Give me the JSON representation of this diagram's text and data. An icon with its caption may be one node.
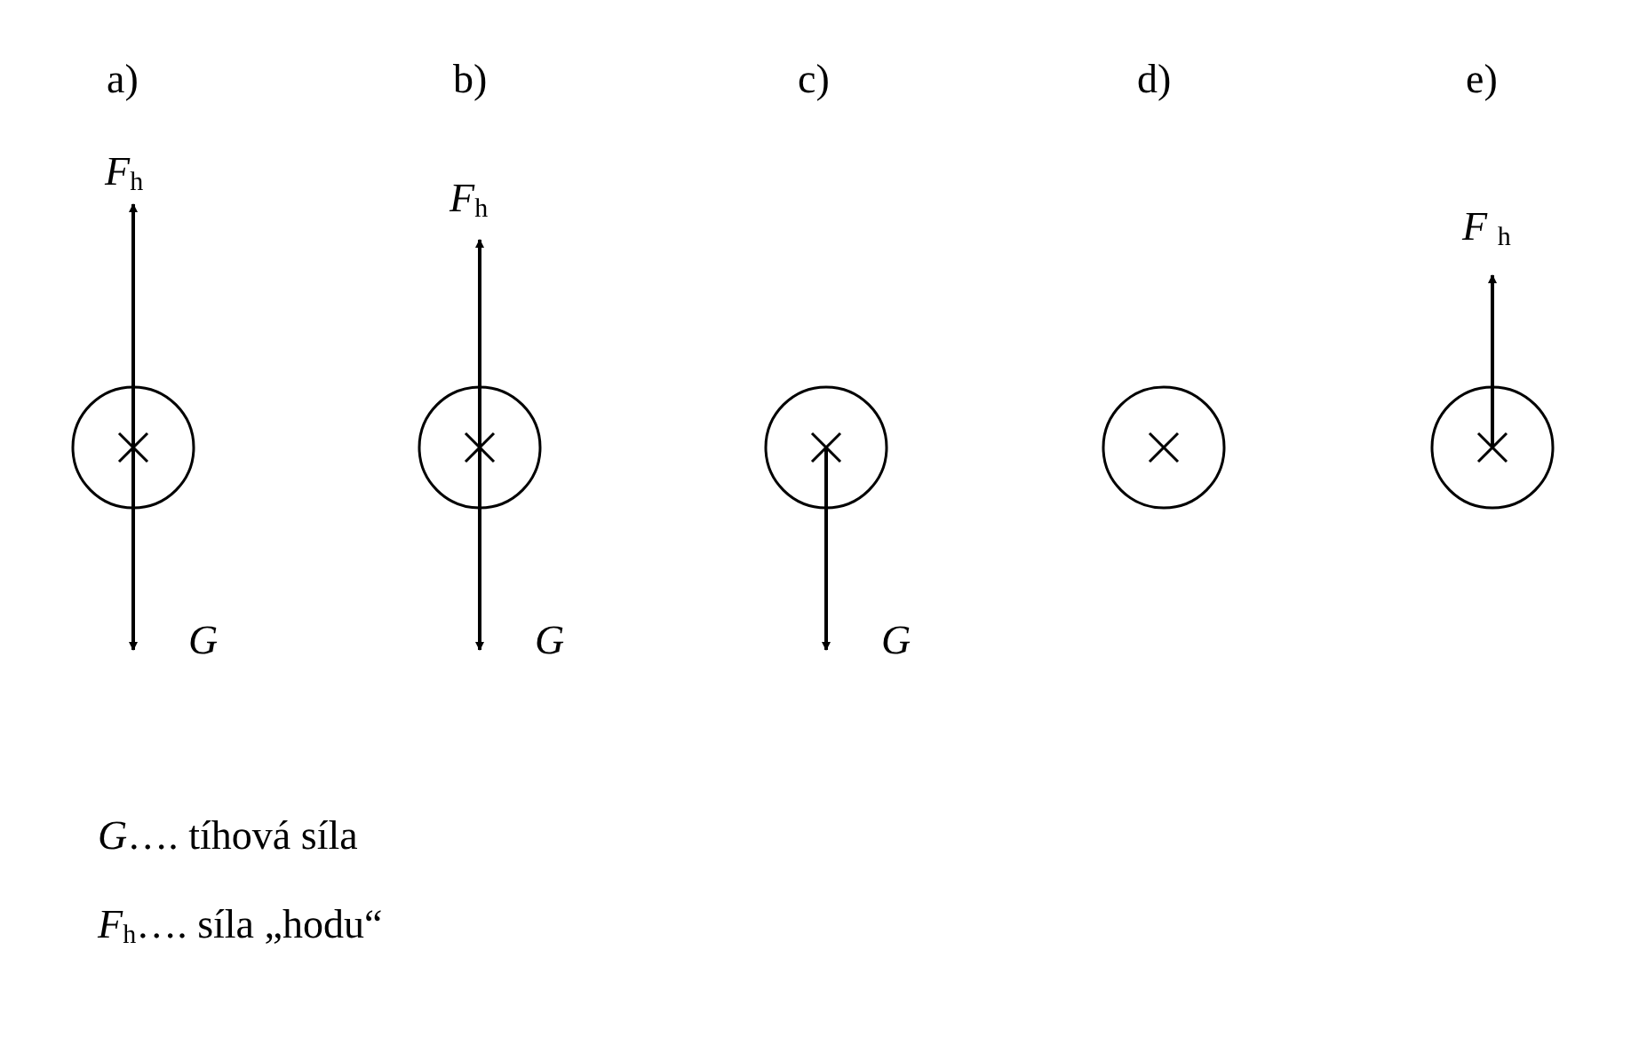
{
  "diagram": {
    "labels": [
      "a)",
      "b)",
      "c)",
      "d)",
      "e)",
      "*F*$_{h}$",
      "*F*$_{h}$",
      "*F* $_{h}$",
      "G",
      "G",
      "G",
      "*G*…. tíhová síla",
      "*F*$_{h}$…. síla „hodu“"
    ]
  }
}
